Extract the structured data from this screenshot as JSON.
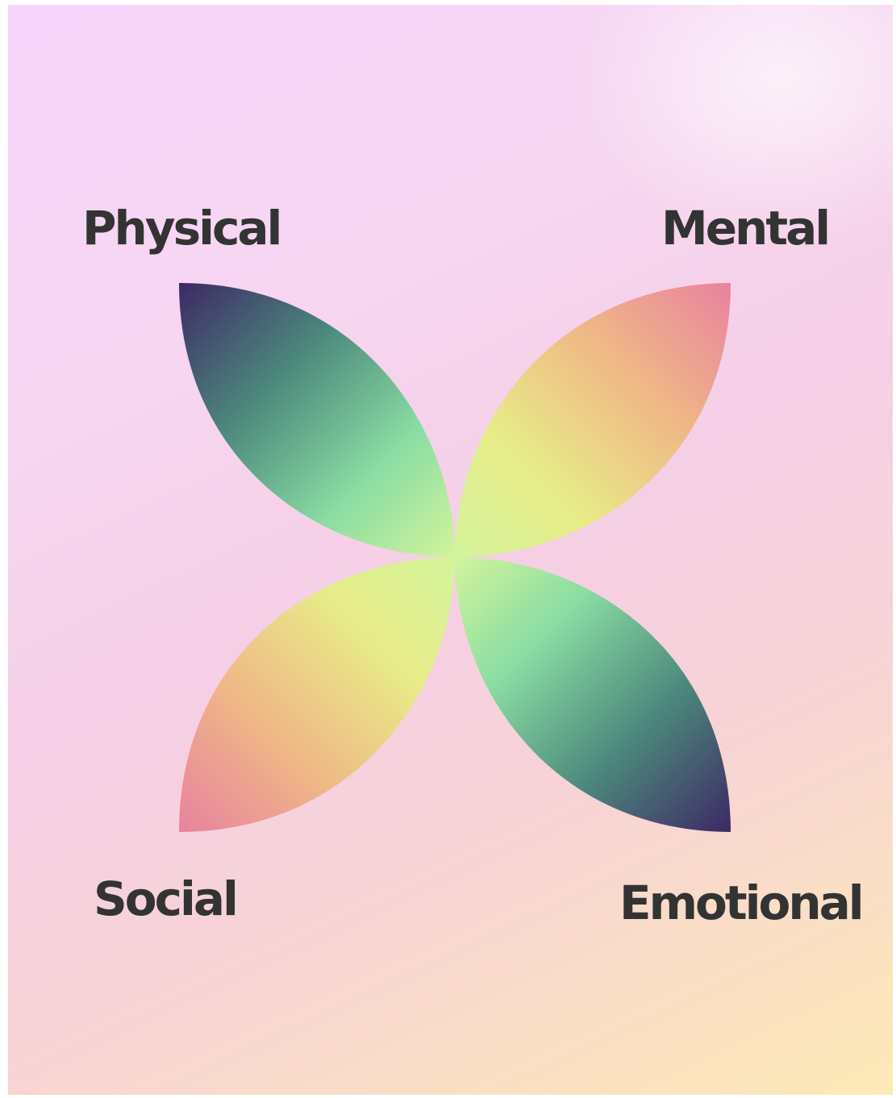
{
  "diagram": {
    "labels": {
      "physical": "Physical",
      "mental": "Mental",
      "social": "Social",
      "emotional": "Emotional"
    },
    "colors": {
      "deep_purple": "#3f2a68",
      "teal_green": "#4e8c80",
      "mint": "#8ee3a8",
      "lime_center": "#d9fba0",
      "yellow": "#eef28c",
      "peach": "#f6bd8a",
      "pink": "#ef86a4",
      "label_text": "#333333"
    }
  }
}
